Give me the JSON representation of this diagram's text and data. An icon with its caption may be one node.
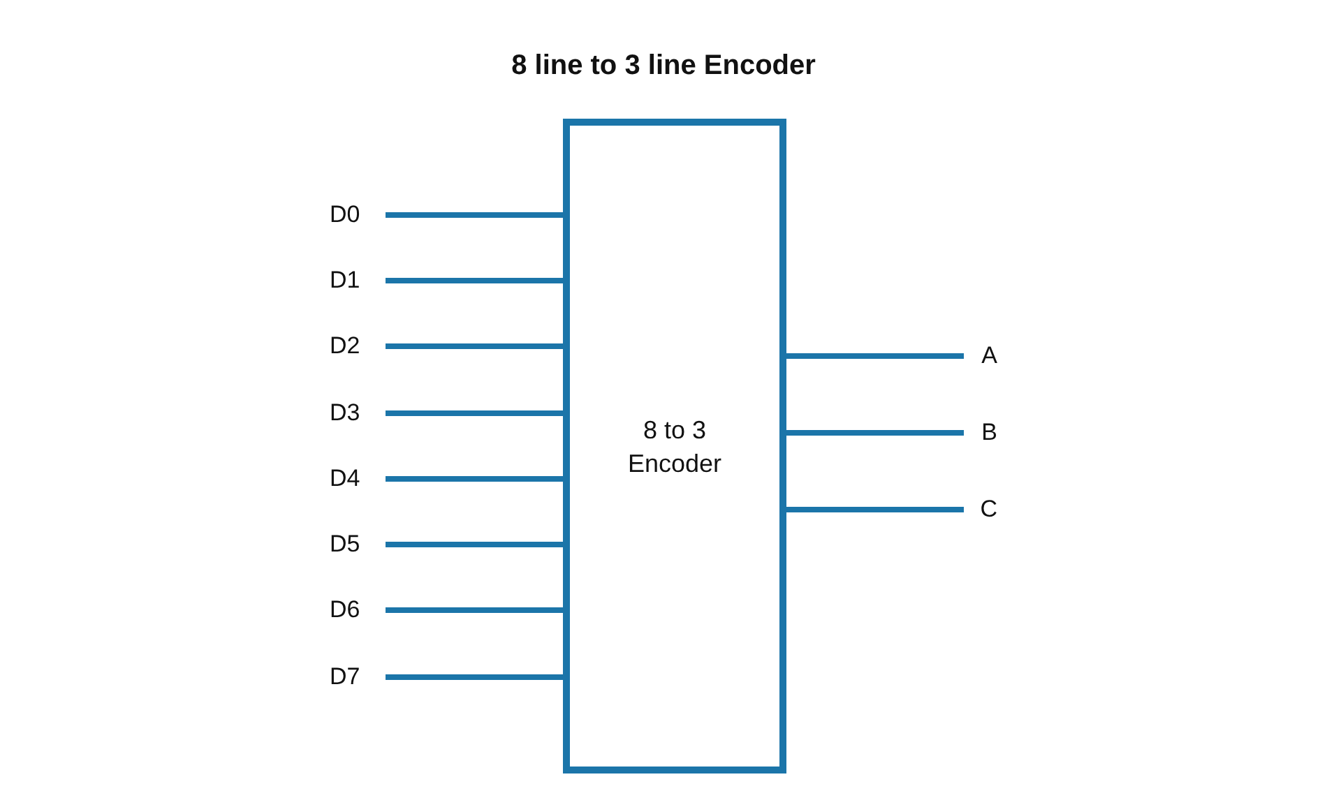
{
  "diagram": {
    "title": "8 line to 3 line Encoder",
    "nodes": [
      {
        "text": [
          "8 to 3 Encoder"
        ]
      },
      {
        "text": [
          "D0"
        ]
      },
      {
        "text": [
          "D1"
        ]
      },
      {
        "text": [
          "D2"
        ]
      },
      {
        "text": [
          "D3"
        ]
      },
      {
        "text": [
          "D4"
        ]
      },
      {
        "text": [
          "D5"
        ]
      },
      {
        "text": [
          "D6"
        ]
      },
      {
        "text": [
          "D7"
        ]
      },
      {
        "text": [
          "A"
        ]
      },
      {
        "text": [
          "B"
        ]
      },
      {
        "text": [
          "C"
        ]
      }
    ],
    "edges": [
      {
        "from": 1,
        "to": 0,
        "arrow": "none"
      },
      {
        "from": 2,
        "to": 0,
        "arrow": "none"
      },
      {
        "from": 3,
        "to": 0,
        "arrow": "none"
      },
      {
        "from": 4,
        "to": 0,
        "arrow": "none"
      },
      {
        "from": 5,
        "to": 0,
        "arrow": "none"
      },
      {
        "from": 6,
        "to": 0,
        "arrow": "none"
      },
      {
        "from": 7,
        "to": 0,
        "arrow": "none"
      },
      {
        "from": 8,
        "to": 0,
        "arrow": "none"
      },
      {
        "from": 0,
        "to": 9,
        "arrow": "none"
      },
      {
        "from": 0,
        "to": 10,
        "arrow": "none"
      },
      {
        "from": 0,
        "to": 11,
        "arrow": "none"
      }
    ]
  }
}
